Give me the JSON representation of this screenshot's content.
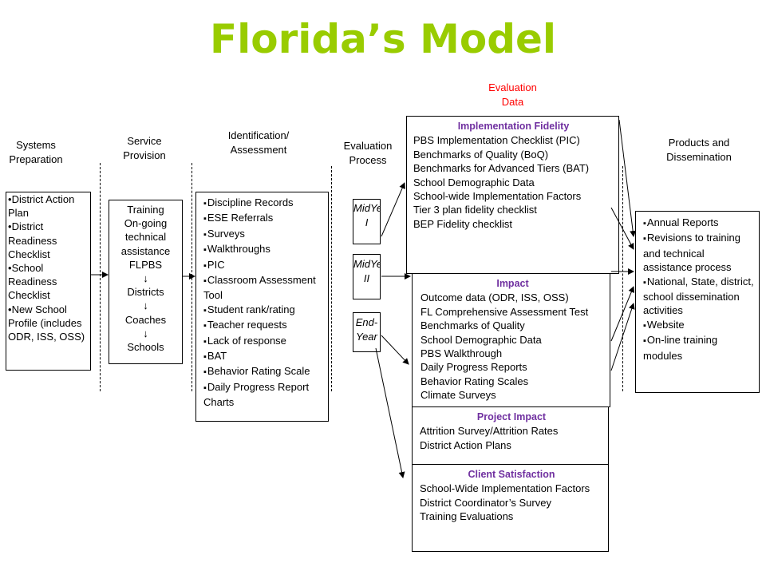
{
  "title": "Florida’s Model",
  "evaluation_data_label": [
    "Evaluation",
    "Data"
  ],
  "columns": {
    "systems_preparation": "Systems\nPreparation",
    "service_provision": "Service\nProvision",
    "identification": "Identification/\nAssessment",
    "evaluation_process": "Evaluation\nProcess",
    "products": "Products and\nDissemination"
  },
  "systems_items": [
    "District Action Plan",
    "District Readiness Checklist",
    "School Readiness Checklist",
    "New School Profile (includes ODR, ISS, OSS)"
  ],
  "service_lines": [
    "Training",
    "On-going technical assistance",
    "FLPBS",
    "↓",
    "Districts",
    "↓",
    "Coaches",
    "↓",
    "Schools"
  ],
  "identification_items": [
    "Discipline Records",
    "ESE Referrals",
    "Surveys",
    "Walkthroughs",
    "PIC",
    "Classroom Assessment Tool",
    "Student rank/rating",
    "Teacher requests",
    "Lack of response",
    "BAT",
    "Behavior Rating Scale",
    "Daily Progress Report Charts"
  ],
  "evaluation_points": [
    "MidYear I",
    "MidYear II",
    "End-Year"
  ],
  "implementation_fidelity": {
    "heading": "Implementation Fidelity",
    "items": [
      "PBS Implementation Checklist (PIC)",
      "Benchmarks of Quality (BoQ)",
      "Benchmarks for Advanced Tiers (BAT)",
      "School Demographic Data",
      "School-wide Implementation Factors",
      "Tier 3 plan fidelity checklist",
      "BEP Fidelity checklist"
    ]
  },
  "impact": {
    "heading": "Impact",
    "items": [
      "Outcome data (ODR, ISS, OSS)",
      "FL Comprehensive Assessment Test",
      "Benchmarks of Quality",
      "School Demographic Data",
      "PBS Walkthrough",
      "Daily Progress Reports",
      "Behavior Rating Scales",
      "Climate Surveys"
    ]
  },
  "project_impact": {
    "heading": "Project Impact",
    "items": [
      "Attrition Survey/Attrition Rates",
      "District Action Plans"
    ]
  },
  "client_satisfaction": {
    "heading": "Client Satisfaction",
    "items": [
      "School-Wide Implementation Factors",
      "District Coordinator’s Survey",
      "Training Evaluations"
    ]
  },
  "products_items": [
    "Annual Reports",
    "Revisions to training and technical assistance process",
    "National, State, district, school dissemination activities",
    "Website",
    "On-line training modules"
  ],
  "colors": {
    "title": "#99cc00",
    "accent": "#ff0000",
    "heading": "#7030a0"
  }
}
